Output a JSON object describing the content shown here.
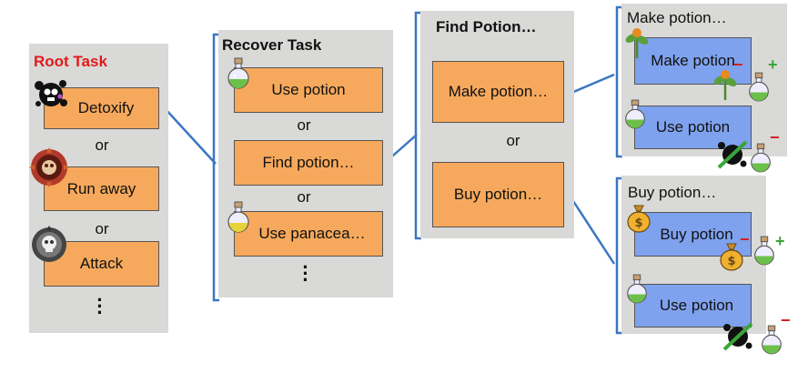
{
  "root": {
    "title": "Root Task",
    "items": [
      "Detoxify",
      "Run away",
      "Attack"
    ],
    "or": "or",
    "ellipsis": "⋮"
  },
  "recover": {
    "title": "Recover Task",
    "items": [
      "Use potion",
      "Find potion…",
      "Use panacea…"
    ],
    "or": "or",
    "ellipsis": "⋮"
  },
  "find": {
    "title": "Find Potion…",
    "items": [
      "Make potion…",
      "Buy potion…"
    ],
    "or": "or"
  },
  "make": {
    "title": "Make potion…",
    "items": [
      "Make potion",
      "Use potion"
    ]
  },
  "buy": {
    "title": "Buy potion…",
    "items": [
      "Buy potion",
      "Use potion"
    ]
  },
  "signs": {
    "plus": "+",
    "minus": "−"
  },
  "colors": {
    "orange_box": "#f6a95c",
    "blue_box": "#7fa2ee",
    "panel": "#d9d9d7",
    "line": "#3b76c4",
    "root_title": "#e01b1b"
  }
}
